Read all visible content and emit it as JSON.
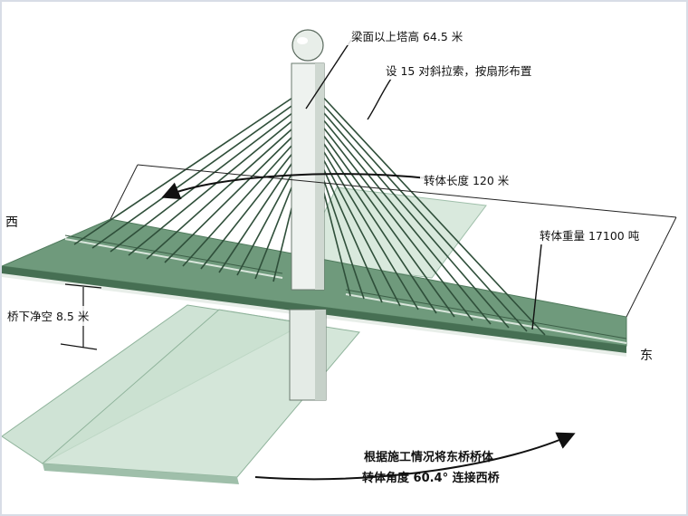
{
  "labels": {
    "tower_height": "梁面以上塔高 64.5 米",
    "cables": "设 15 对斜拉索，按扇形布置",
    "length": "转体长度 120 米",
    "weight": "转体重量 17100 吨",
    "clearance": "桥下净空 8.5 米",
    "west": "西",
    "east": "东",
    "rotation_line1": "根据施工情况将东桥桥体",
    "rotation_line2": "转体角度 60.4°  连接西桥"
  },
  "colors": {
    "deck": "#6f9a7c",
    "deck_dark": "#4f7a5c",
    "cable": "#2f4f3a",
    "tower": "#eef2ef",
    "ghost": "#bcd6c4"
  }
}
